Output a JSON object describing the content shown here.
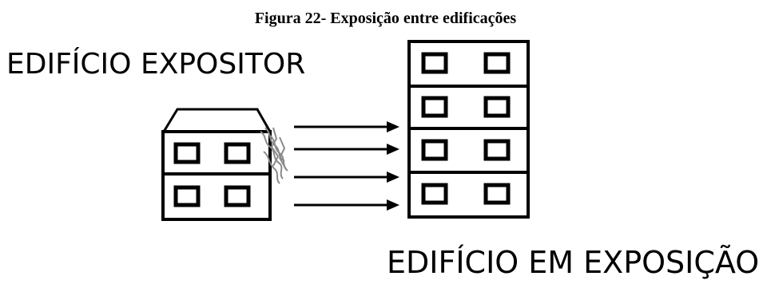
{
  "figure": {
    "caption": "Figura 22- Exposição entre edificações"
  },
  "labels": {
    "exposing_building": "EDIFÍCIO EXPOSITOR",
    "exposed_building": "EDIFÍCIO EM EXPOSIÇÃO"
  },
  "diagram": {
    "exposing_building_floors": 2,
    "exposed_building_floors": 4,
    "windows_per_floor": 2,
    "radiation_arrows": 4,
    "line_color": "#000000",
    "fire_color": "#8a8a8a"
  }
}
